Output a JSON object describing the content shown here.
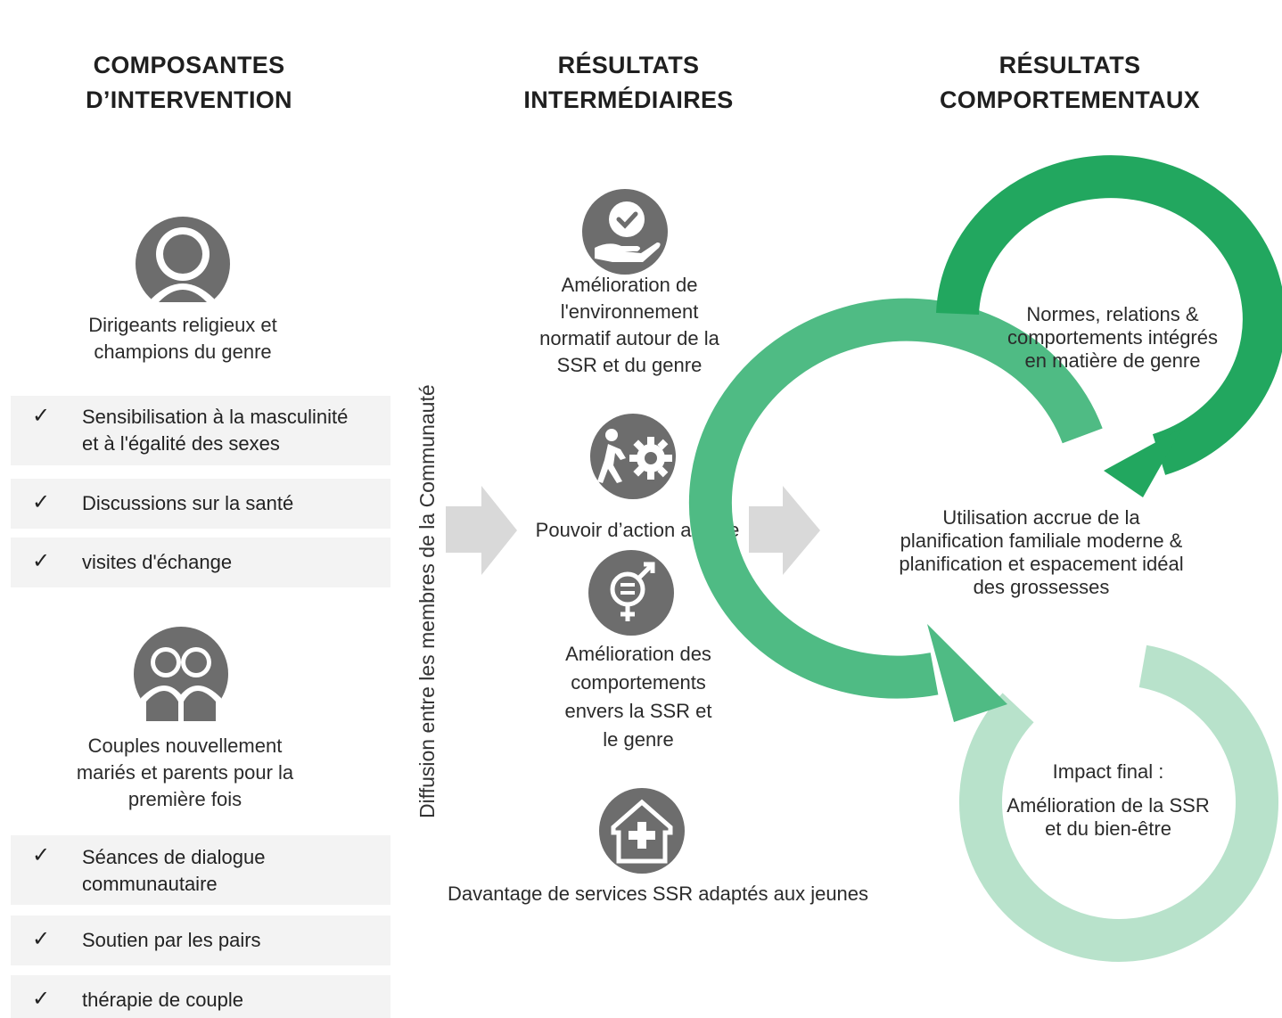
{
  "columns": {
    "left": {
      "line1": "COMPOSANTES",
      "line2": "D’INTERVENTION"
    },
    "middle": {
      "line1": "RÉSULTATS",
      "line2": "INTERMÉDIAIRES"
    },
    "right": {
      "line1": "RÉSULTATS",
      "line2": "COMPORTEMENTAUX"
    }
  },
  "left": {
    "group1": {
      "icon": "person-icon",
      "label_lines": [
        "Dirigeants religieux et",
        "champions du genre"
      ],
      "items": [
        {
          "lines": [
            "Sensibilisation à la masculinité",
            "et à l'égalité des sexes"
          ]
        },
        {
          "lines": [
            "Discussions sur la santé"
          ]
        },
        {
          "lines": [
            "visites d'échange"
          ]
        }
      ]
    },
    "group2": {
      "icon": "couple-icon",
      "label_lines": [
        "Couples nouvellement",
        "mariés et parents pour la",
        "première fois"
      ],
      "items": [
        {
          "lines": [
            "Séances de dialogue",
            "communautaire"
          ]
        },
        {
          "lines": [
            "Soutien par les pairs"
          ]
        },
        {
          "lines": [
            "thérapie de couple"
          ]
        }
      ]
    },
    "check_symbol": "✓"
  },
  "diffusion_label": "Diffusion entre les membres de la Communauté",
  "middle": {
    "items": [
      {
        "icon": "hand-heart-check-icon",
        "lines": [
          "Amélioration de",
          "l'environnement",
          "normatif autour de la",
          "SSR et du genre"
        ]
      },
      {
        "icon": "person-pushing-gear-icon",
        "lines": [
          "Pouvoir d’action accrue"
        ]
      },
      {
        "icon": "gender-equality-icon",
        "lines": [
          "Amélioration des",
          "comportements",
          "envers la SSR et",
          "le genre"
        ]
      },
      {
        "icon": "health-house-icon",
        "lines": [
          "Davantage de services SSR adaptés aux jeunes"
        ]
      }
    ]
  },
  "right": {
    "cycle1": {
      "lines": [
        "Normes, relations &",
        "comportements intégrés",
        "en matière de genre"
      ]
    },
    "cycle2": {
      "lines": [
        "Utilisation accrue de la",
        "planification familiale moderne &",
        "planification et espacement idéal",
        "des grossesses"
      ]
    },
    "cycle3": {
      "lines": [
        "Impact final :",
        "",
        "Amélioration de la SSR",
        "et du bien-être"
      ]
    }
  },
  "colors": {
    "icon_gray": "#6d6d6d",
    "arrow_gray": "#d9d9d9",
    "row_bg": "#f3f3f3",
    "green_dark": "#22a75f",
    "green_mid": "#4fbb84",
    "green_light": "#b8e2cb"
  }
}
